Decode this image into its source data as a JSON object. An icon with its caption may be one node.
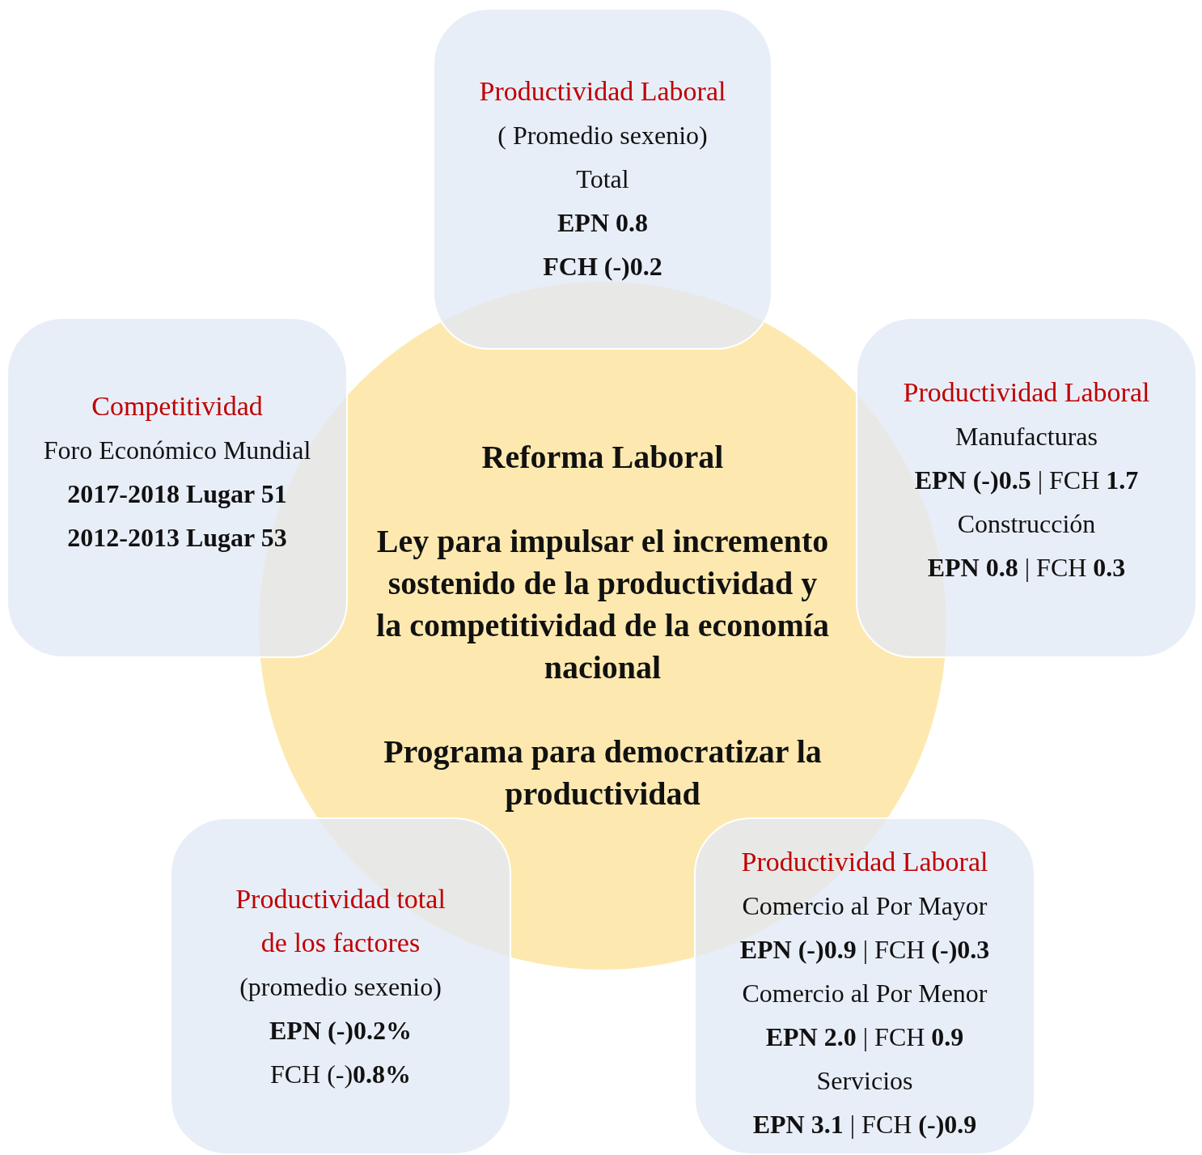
{
  "diagram": {
    "nodes": [
      {
        "text": [
          "Productividad Laboral",
          "( Promedio sexenio)",
          "Total",
          "**EPN** **0.8**",
          "**FCH** **(-)0.2**"
        ]
      },
      {
        "text": [
          "Competitividad",
          "Foro Económico Mundial",
          "**2017-2018** **Lugar 51**",
          "**2012-2013 Lugar 53**"
        ]
      },
      {
        "text": [
          "Reforma Laboral",
          "Ley para impulsar el incremento sostenido de la productividad y la competitividad de la economía nacional",
          "Programa para democratizar la productividad"
        ]
      },
      {
        "text": [
          "Productividad Laboral",
          "Manufacturas",
          "**EPN** **(-)0.5** | FCH **1.7**",
          "Construcción",
          "**EPN** **0.8** | FCH **0.3**"
        ]
      },
      {
        "text": [
          "Productividad total de los factores",
          "(promedio sexenio)",
          "**EPN** **(-)0.2%**",
          "FCH (-)**0.8%**"
        ]
      },
      {
        "text": [
          "Productividad Laboral",
          "Comercio al Por Mayor",
          "**EPN** **(-)0.9** | FCH **(-)0.3**",
          "Comercio al Por Menor",
          "**EPN** **2.0** | FCH **0.9**",
          "Servicios",
          "**EPN** **3.1** | FCH **(-)0.9**"
        ]
      }
    ]
  }
}
